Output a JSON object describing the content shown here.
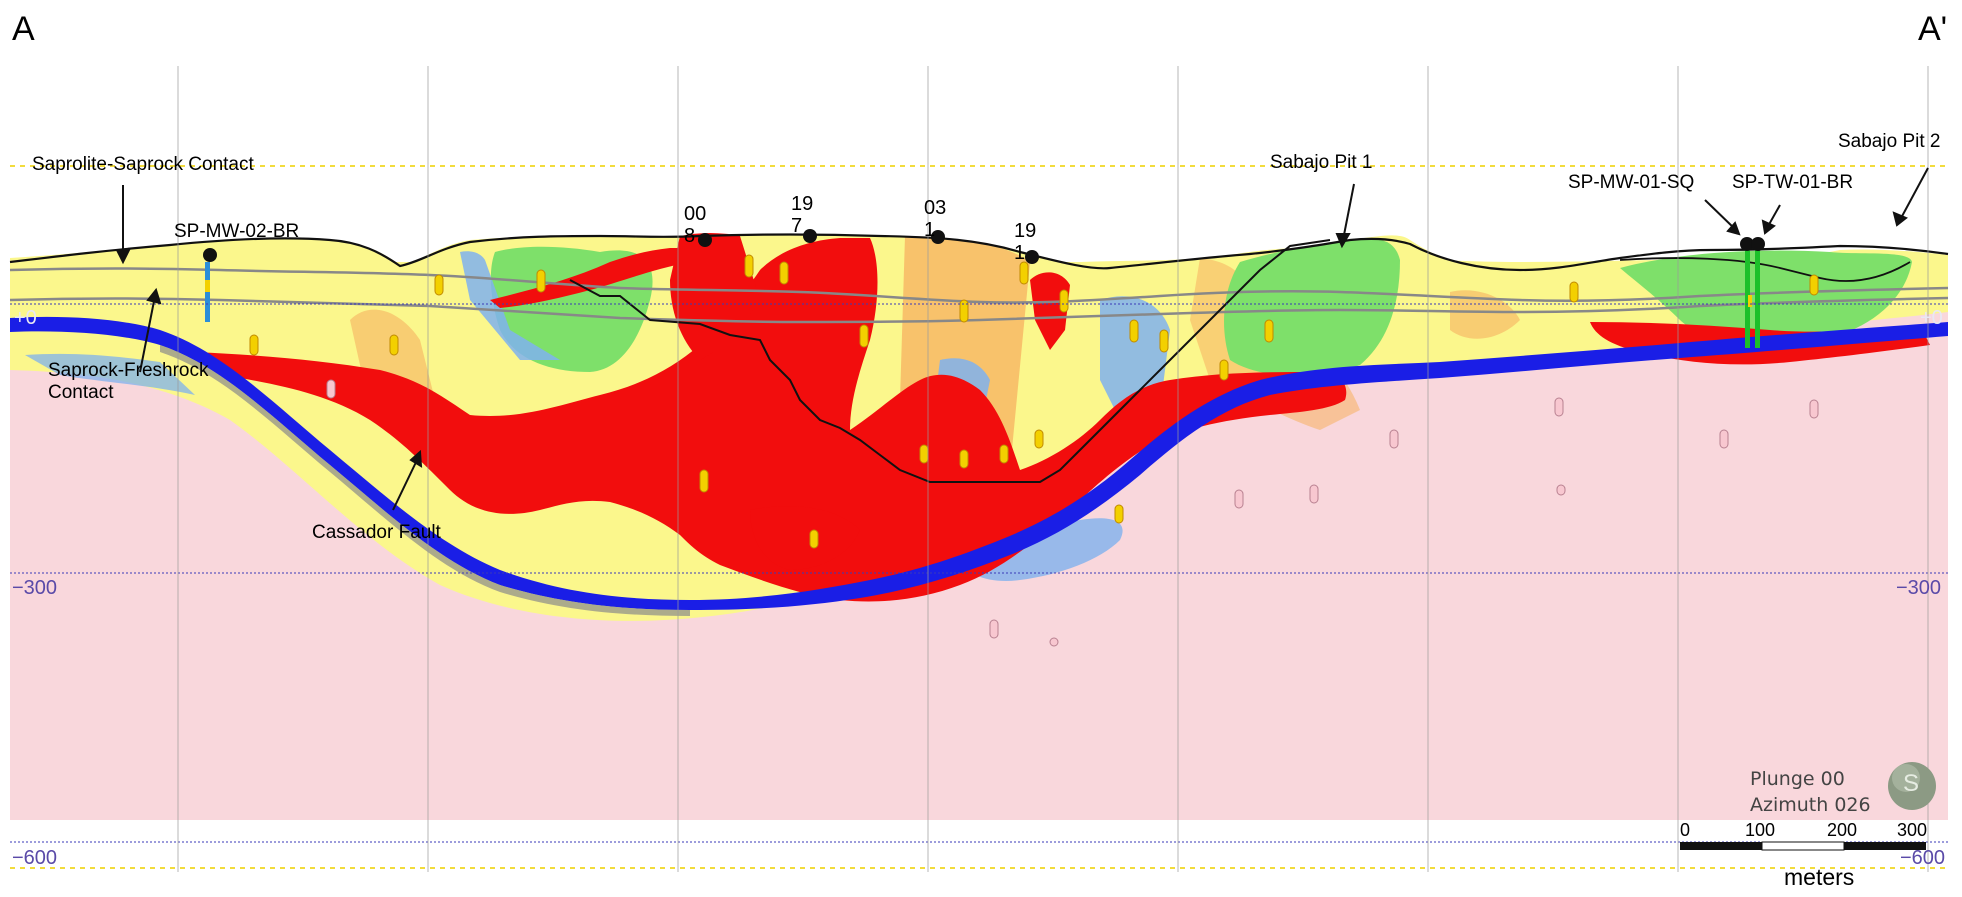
{
  "section": {
    "start_label": "A",
    "end_label": "A'"
  },
  "annotations": {
    "saprolite_saprock": "Saprolite-Saprock Contact",
    "saprock_freshrock_line1": "Saprock-Freshrock",
    "saprock_freshrock_line2": "Contact",
    "cassador_fault": "Cassador Fault",
    "sabajo_pit1": "Sabajo  Pit 1",
    "sabajo_pit2": "Sabajo  Pit 2"
  },
  "wells": {
    "sp_mw_02_br": "SP-MW-02-BR",
    "sp_mw_01_sq": "SP-MW-01-SQ",
    "sp_tw_01_br": "SP-TW-01-BR",
    "hole_008": [
      "00",
      "8"
    ],
    "hole_197": [
      "19",
      "7"
    ],
    "hole_031": [
      "03",
      "1"
    ],
    "hole_191": [
      "19",
      "1"
    ]
  },
  "elevations": {
    "left_zero": "+0",
    "right_zero": "+0",
    "left_m300": "−300",
    "right_m300": "−300",
    "left_m600": "−600",
    "right_m600": "−600"
  },
  "orientation": {
    "plunge": "Plunge 00",
    "azimuth": "Azimuth 026",
    "compass_letter": "S"
  },
  "scale_bar": {
    "ticks": [
      "0",
      "100",
      "200",
      "300"
    ],
    "unit": "meters"
  },
  "colors": {
    "freshrock_pink": "#f9d7dc",
    "saprock_yellow": "#fbf78c",
    "ore_red": "#f20d0d",
    "orange": "#f7b060",
    "green": "#7ee06a",
    "light_blue": "#7fb1ee",
    "fault_blue": "#1a1ee6",
    "gridline_blue": "#3a3ab8",
    "dashed_yellow": "#f2dc3c",
    "elev_text": "#5a4aa8"
  }
}
